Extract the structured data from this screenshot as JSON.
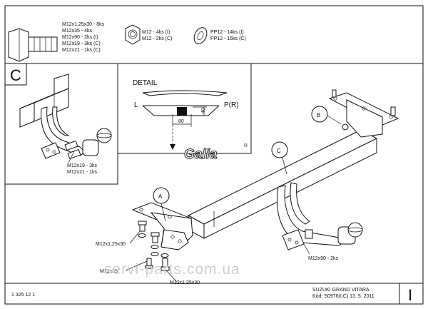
{
  "hardware": {
    "bolt_lines": [
      "M12x1,25x30 - 8ks",
      "M12x35 - 4ks",
      "M12x90 - 2ks (I)",
      "M12x19 - 3ks (C)",
      "M12x21 - 1ks (C)"
    ],
    "nut_lines": [
      "M12 - 4ks (I)",
      "M12 - 2ks (C)"
    ],
    "washer_lines": [
      "PP12 - 14ks (I)",
      "PP12 - 16ks (C)"
    ]
  },
  "variant_c": {
    "letter": "C",
    "bolt_lines": [
      "M12x19 - 3ks",
      "M12x21 - 1ks"
    ]
  },
  "detail": {
    "title": "DETAIL",
    "left_label": "L",
    "right_label": "P(R)",
    "dim_width": "80",
    "dim_height": "40"
  },
  "logo": {
    "text": "Galia",
    "mark": "®"
  },
  "callouts": {
    "a": "A",
    "b": "B",
    "c": "C"
  },
  "labels": {
    "m12_125x30_upper": "M12x1,25x30",
    "m12x35": "M12x35",
    "m12_125x30_lower": "M12x1,25x30",
    "m12x90": "M12x90 - 2ks"
  },
  "watermark": "servi-parts.com.ua",
  "footer": {
    "left_code": "1 325 12 1",
    "vehicle": "SUZUKI GRAND VITARA",
    "code_line": "Kód: S0976(I,C)  13. 5. 2011",
    "sheet_number": "I"
  }
}
